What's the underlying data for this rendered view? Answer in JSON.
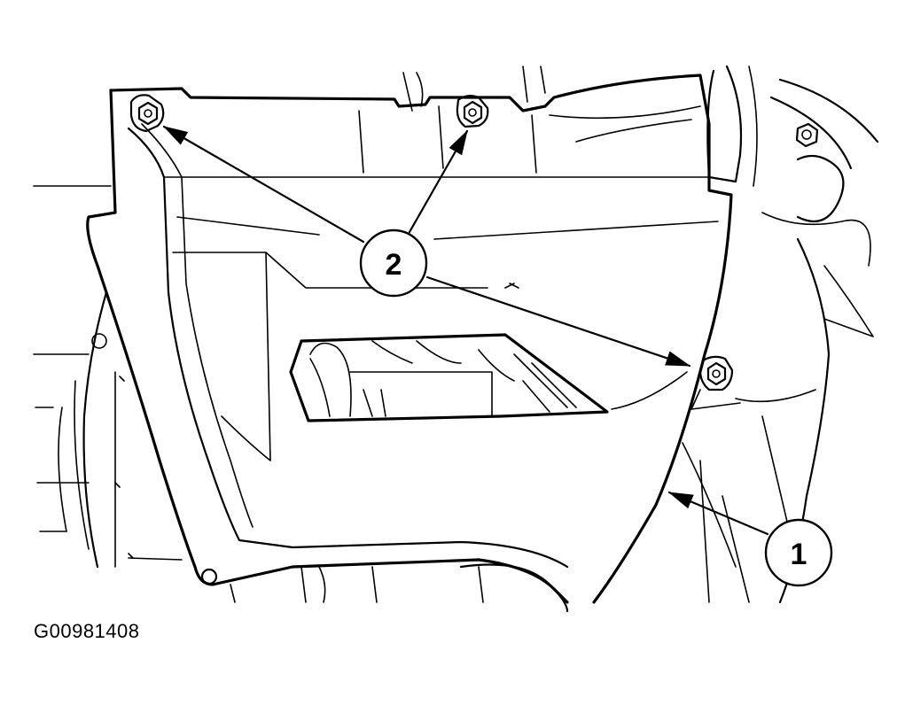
{
  "figure_code": "G00981408",
  "callouts": [
    {
      "id": "callout-1",
      "label": "1"
    },
    {
      "id": "callout-2",
      "label": "2"
    }
  ]
}
